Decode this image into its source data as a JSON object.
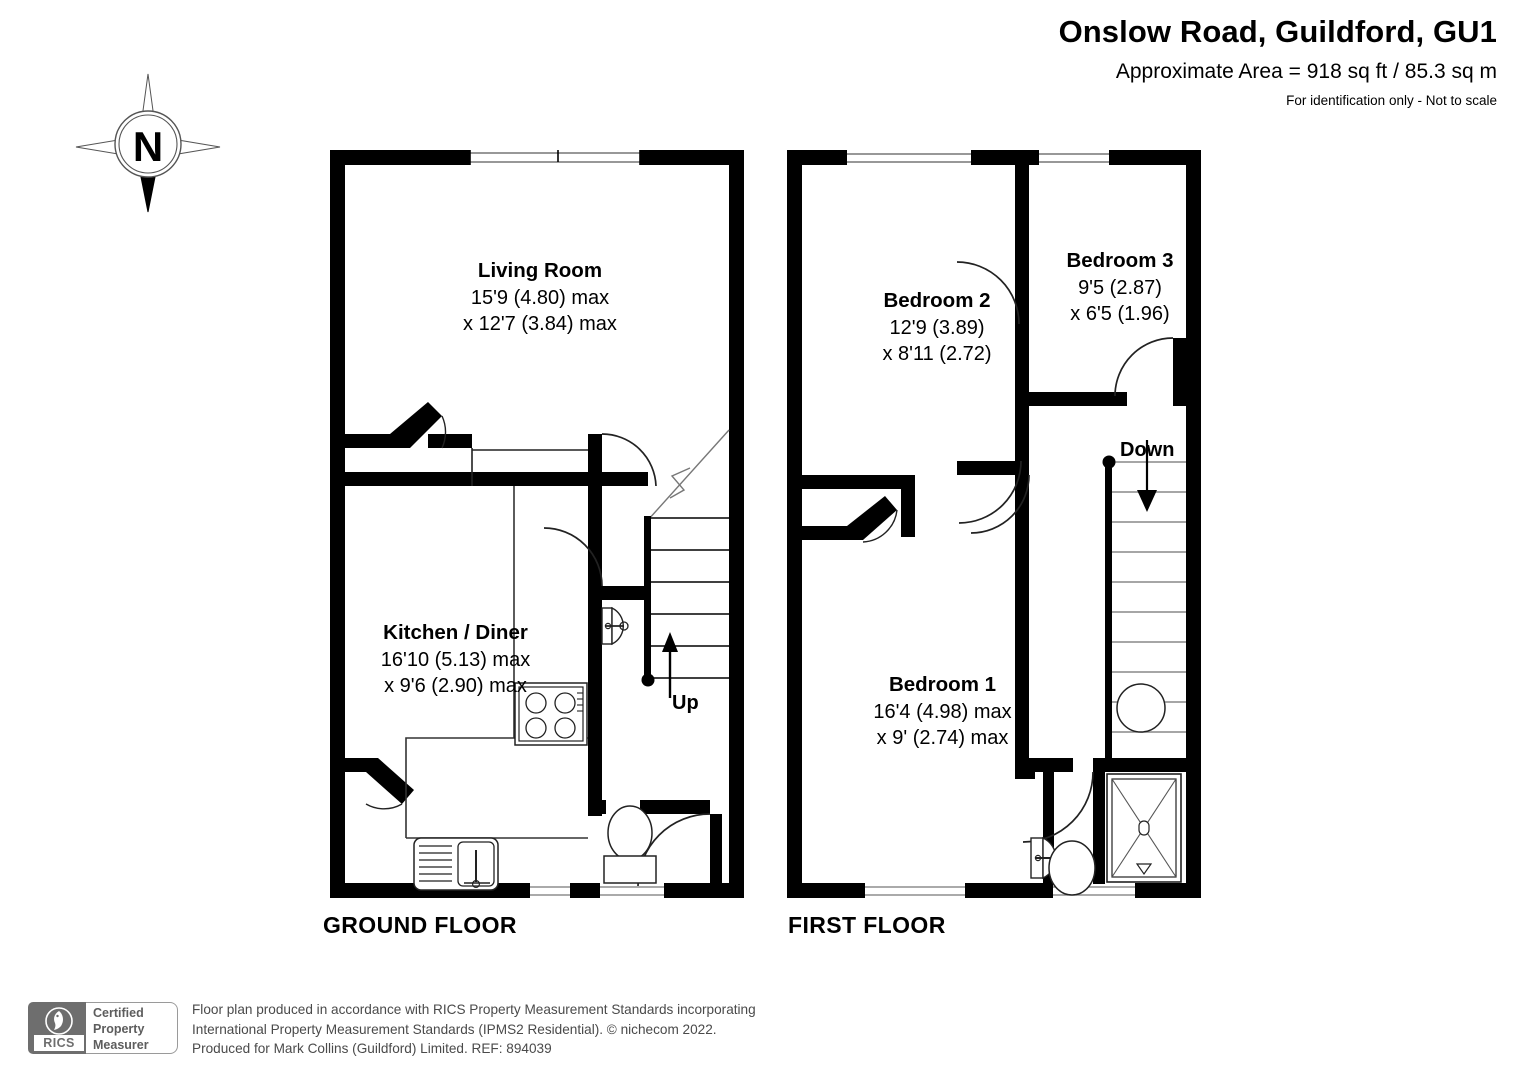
{
  "header": {
    "title": "Onslow Road, Guildford, GU1",
    "area": "Approximate Area = 918 sq ft / 85.3 sq m",
    "note": "For identification only - Not to scale"
  },
  "compass": {
    "north_letter": "N"
  },
  "floors": [
    {
      "id": "ground",
      "label": "GROUND FLOOR"
    },
    {
      "id": "first",
      "label": "FIRST FLOOR"
    }
  ],
  "rooms": {
    "living": {
      "name": "Living Room",
      "dim1": "15'9 (4.80) max",
      "dim2": "x 12'7 (3.84) max"
    },
    "kitchen": {
      "name": "Kitchen / Diner",
      "dim1": "16'10 (5.13) max",
      "dim2": "x 9'6 (2.90) max"
    },
    "bed1": {
      "name": "Bedroom 1",
      "dim1": "16'4 (4.98) max",
      "dim2": "x 9' (2.74) max"
    },
    "bed2": {
      "name": "Bedroom 2",
      "dim1": "12'9 (3.89)",
      "dim2": "x 8'11 (2.72)"
    },
    "bed3": {
      "name": "Bedroom 3",
      "dim1": "9'5 (2.87)",
      "dim2": "x 6'5 (1.96)"
    }
  },
  "stairs": {
    "up_label": "Up",
    "down_label": "Down"
  },
  "footer": {
    "rics_mark": "RICS",
    "badge_line1": "Certified",
    "badge_line2": "Property",
    "badge_line3": "Measurer",
    "line1": "Floor plan produced in accordance with RICS Property Measurement Standards incorporating",
    "line2": "International Property Measurement Standards (IPMS2 Residential).   © nichecom 2022.",
    "line3": "Produced for Mark Collins (Guildford) Limited.   REF: 894039"
  },
  "colors": {
    "wall": "#000000",
    "fixture_line": "#1a1a1a",
    "background": "#ffffff",
    "footer_text": "#4a4a4a",
    "rics_grey": "#6e6e6e"
  }
}
